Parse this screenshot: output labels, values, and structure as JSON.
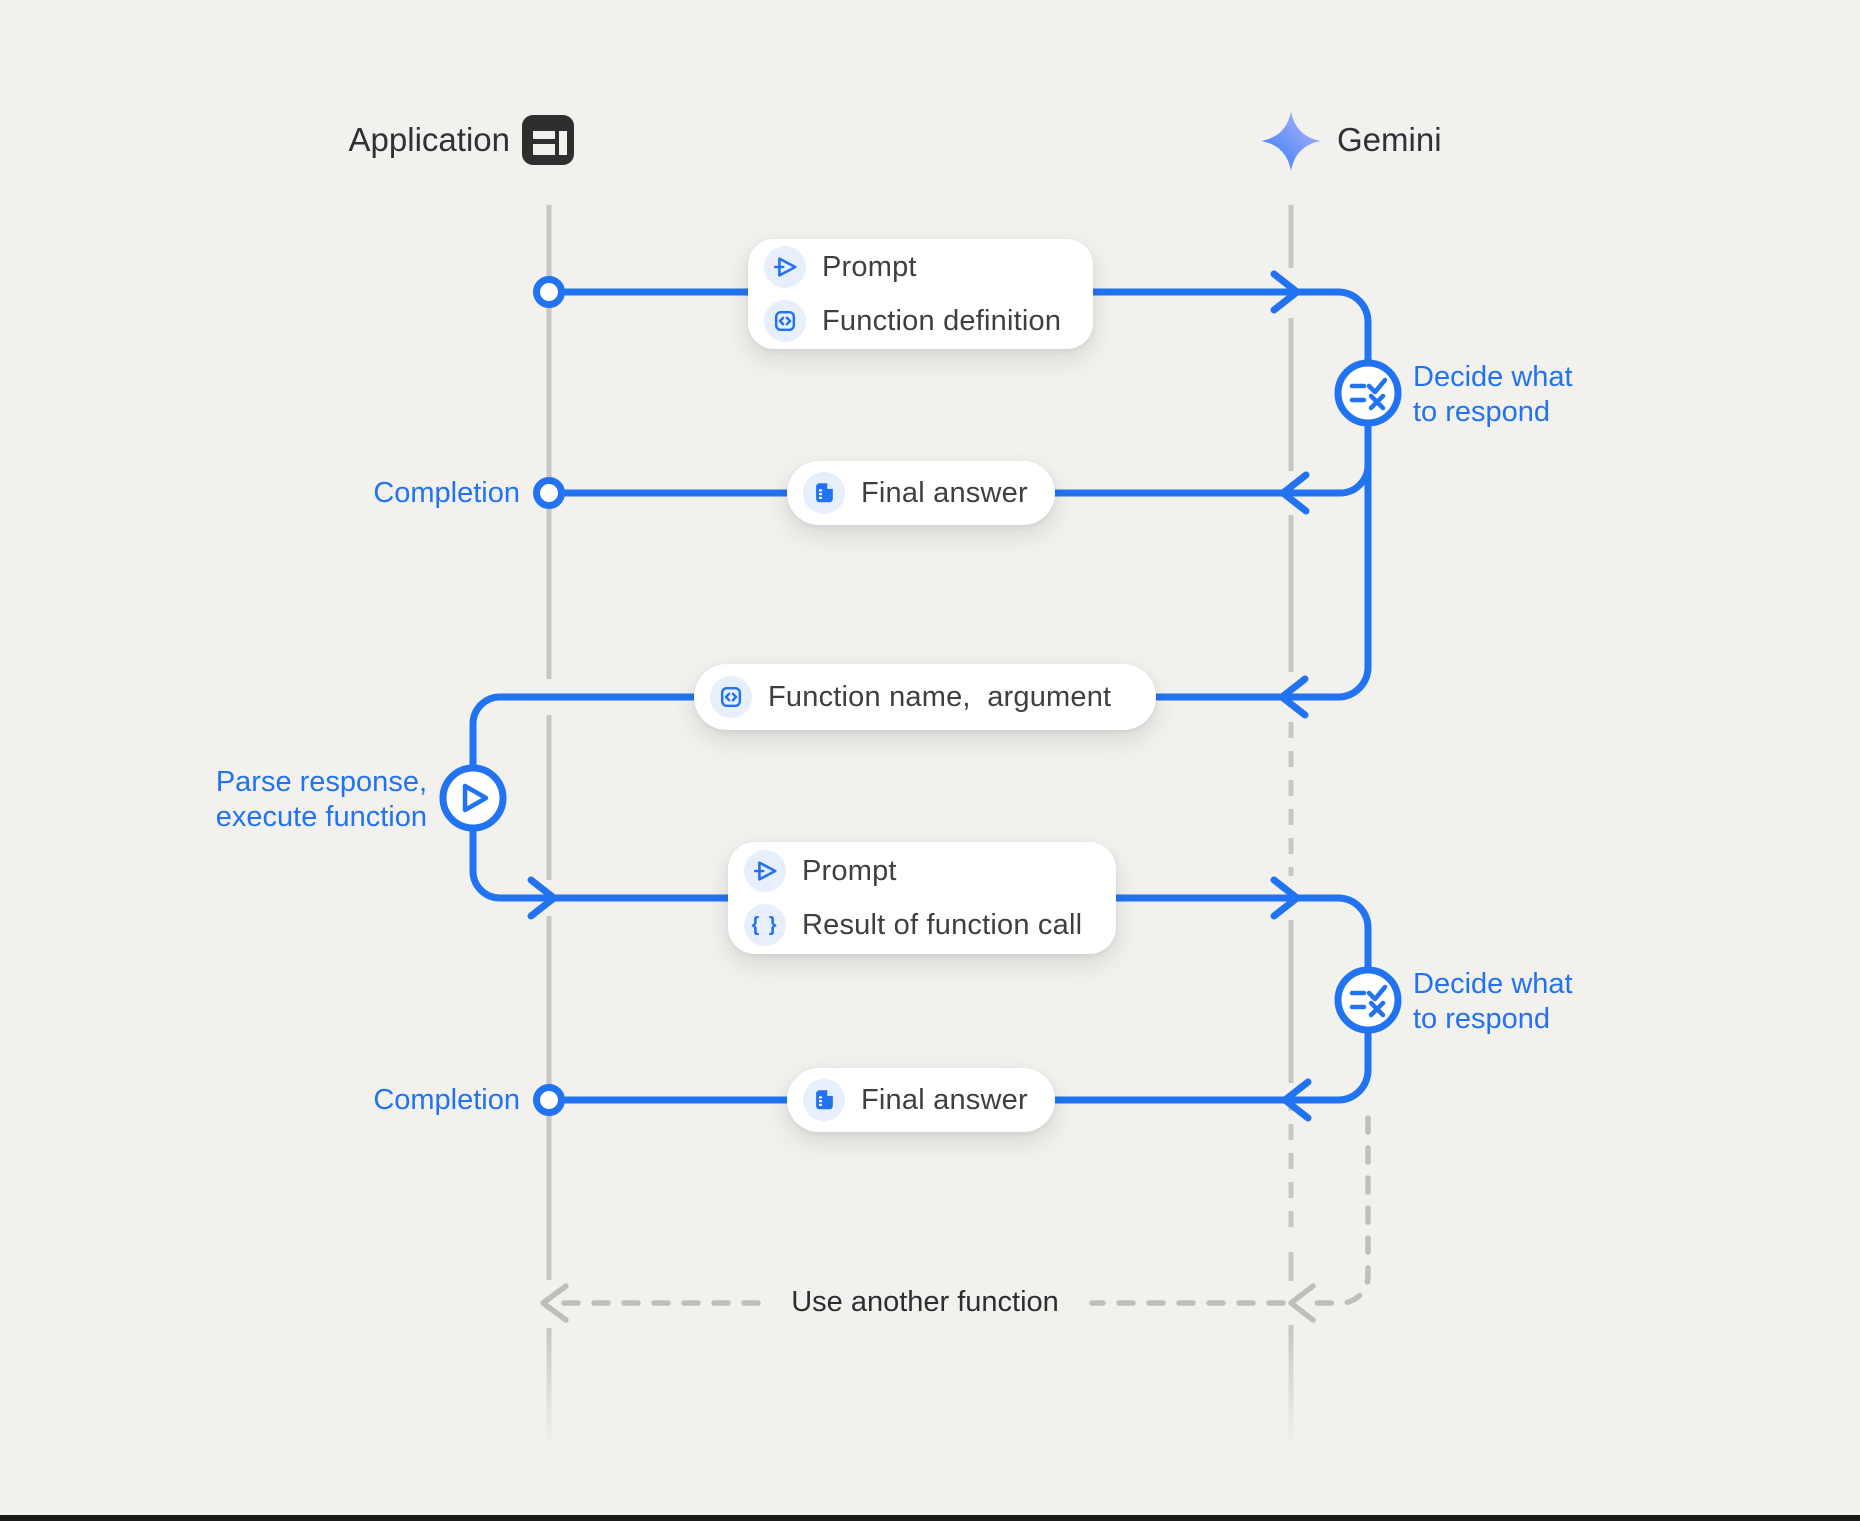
{
  "header": {
    "application": {
      "label": "Application",
      "icon": "app-window-icon"
    },
    "gemini": {
      "label": "Gemini",
      "icon": "gemini-sparkle-icon"
    }
  },
  "cards": {
    "prompt_function_def": {
      "rows": [
        {
          "icon": "send-icon",
          "label": "Prompt"
        },
        {
          "icon": "code-icon",
          "label": "Function definition"
        }
      ]
    },
    "final_answer_1": {
      "rows": [
        {
          "icon": "document-icon",
          "label": "Final answer"
        }
      ]
    },
    "function_name": {
      "rows": [
        {
          "icon": "code-icon",
          "label": "Function name,  argument"
        }
      ]
    },
    "prompt_result": {
      "rows": [
        {
          "icon": "send-icon",
          "label": "Prompt"
        },
        {
          "icon": "braces-icon",
          "label": "Result of function call"
        }
      ]
    },
    "final_answer_2": {
      "rows": [
        {
          "icon": "document-icon",
          "label": "Final answer"
        }
      ]
    }
  },
  "annotations": {
    "completion_1": "Completion",
    "completion_2": "Completion",
    "decide_1_line1": "Decide what",
    "decide_1_line2": "to respond",
    "decide_2_line1": "Decide what",
    "decide_2_line2": "to respond",
    "parse_line1": "Parse response,",
    "parse_line2": "execute function",
    "use_another_function": "Use another function"
  },
  "icons": {
    "braces_glyph": "{ }"
  },
  "colors": {
    "accent_blue": "#2173f2",
    "chip_blue": "#e7eefc",
    "background": "#f2f1ee",
    "lifeline_gray": "#c8c6c3",
    "dashed_gray": "#c0beba",
    "card_text": "#3c4043",
    "header_text": "#2f3136"
  }
}
